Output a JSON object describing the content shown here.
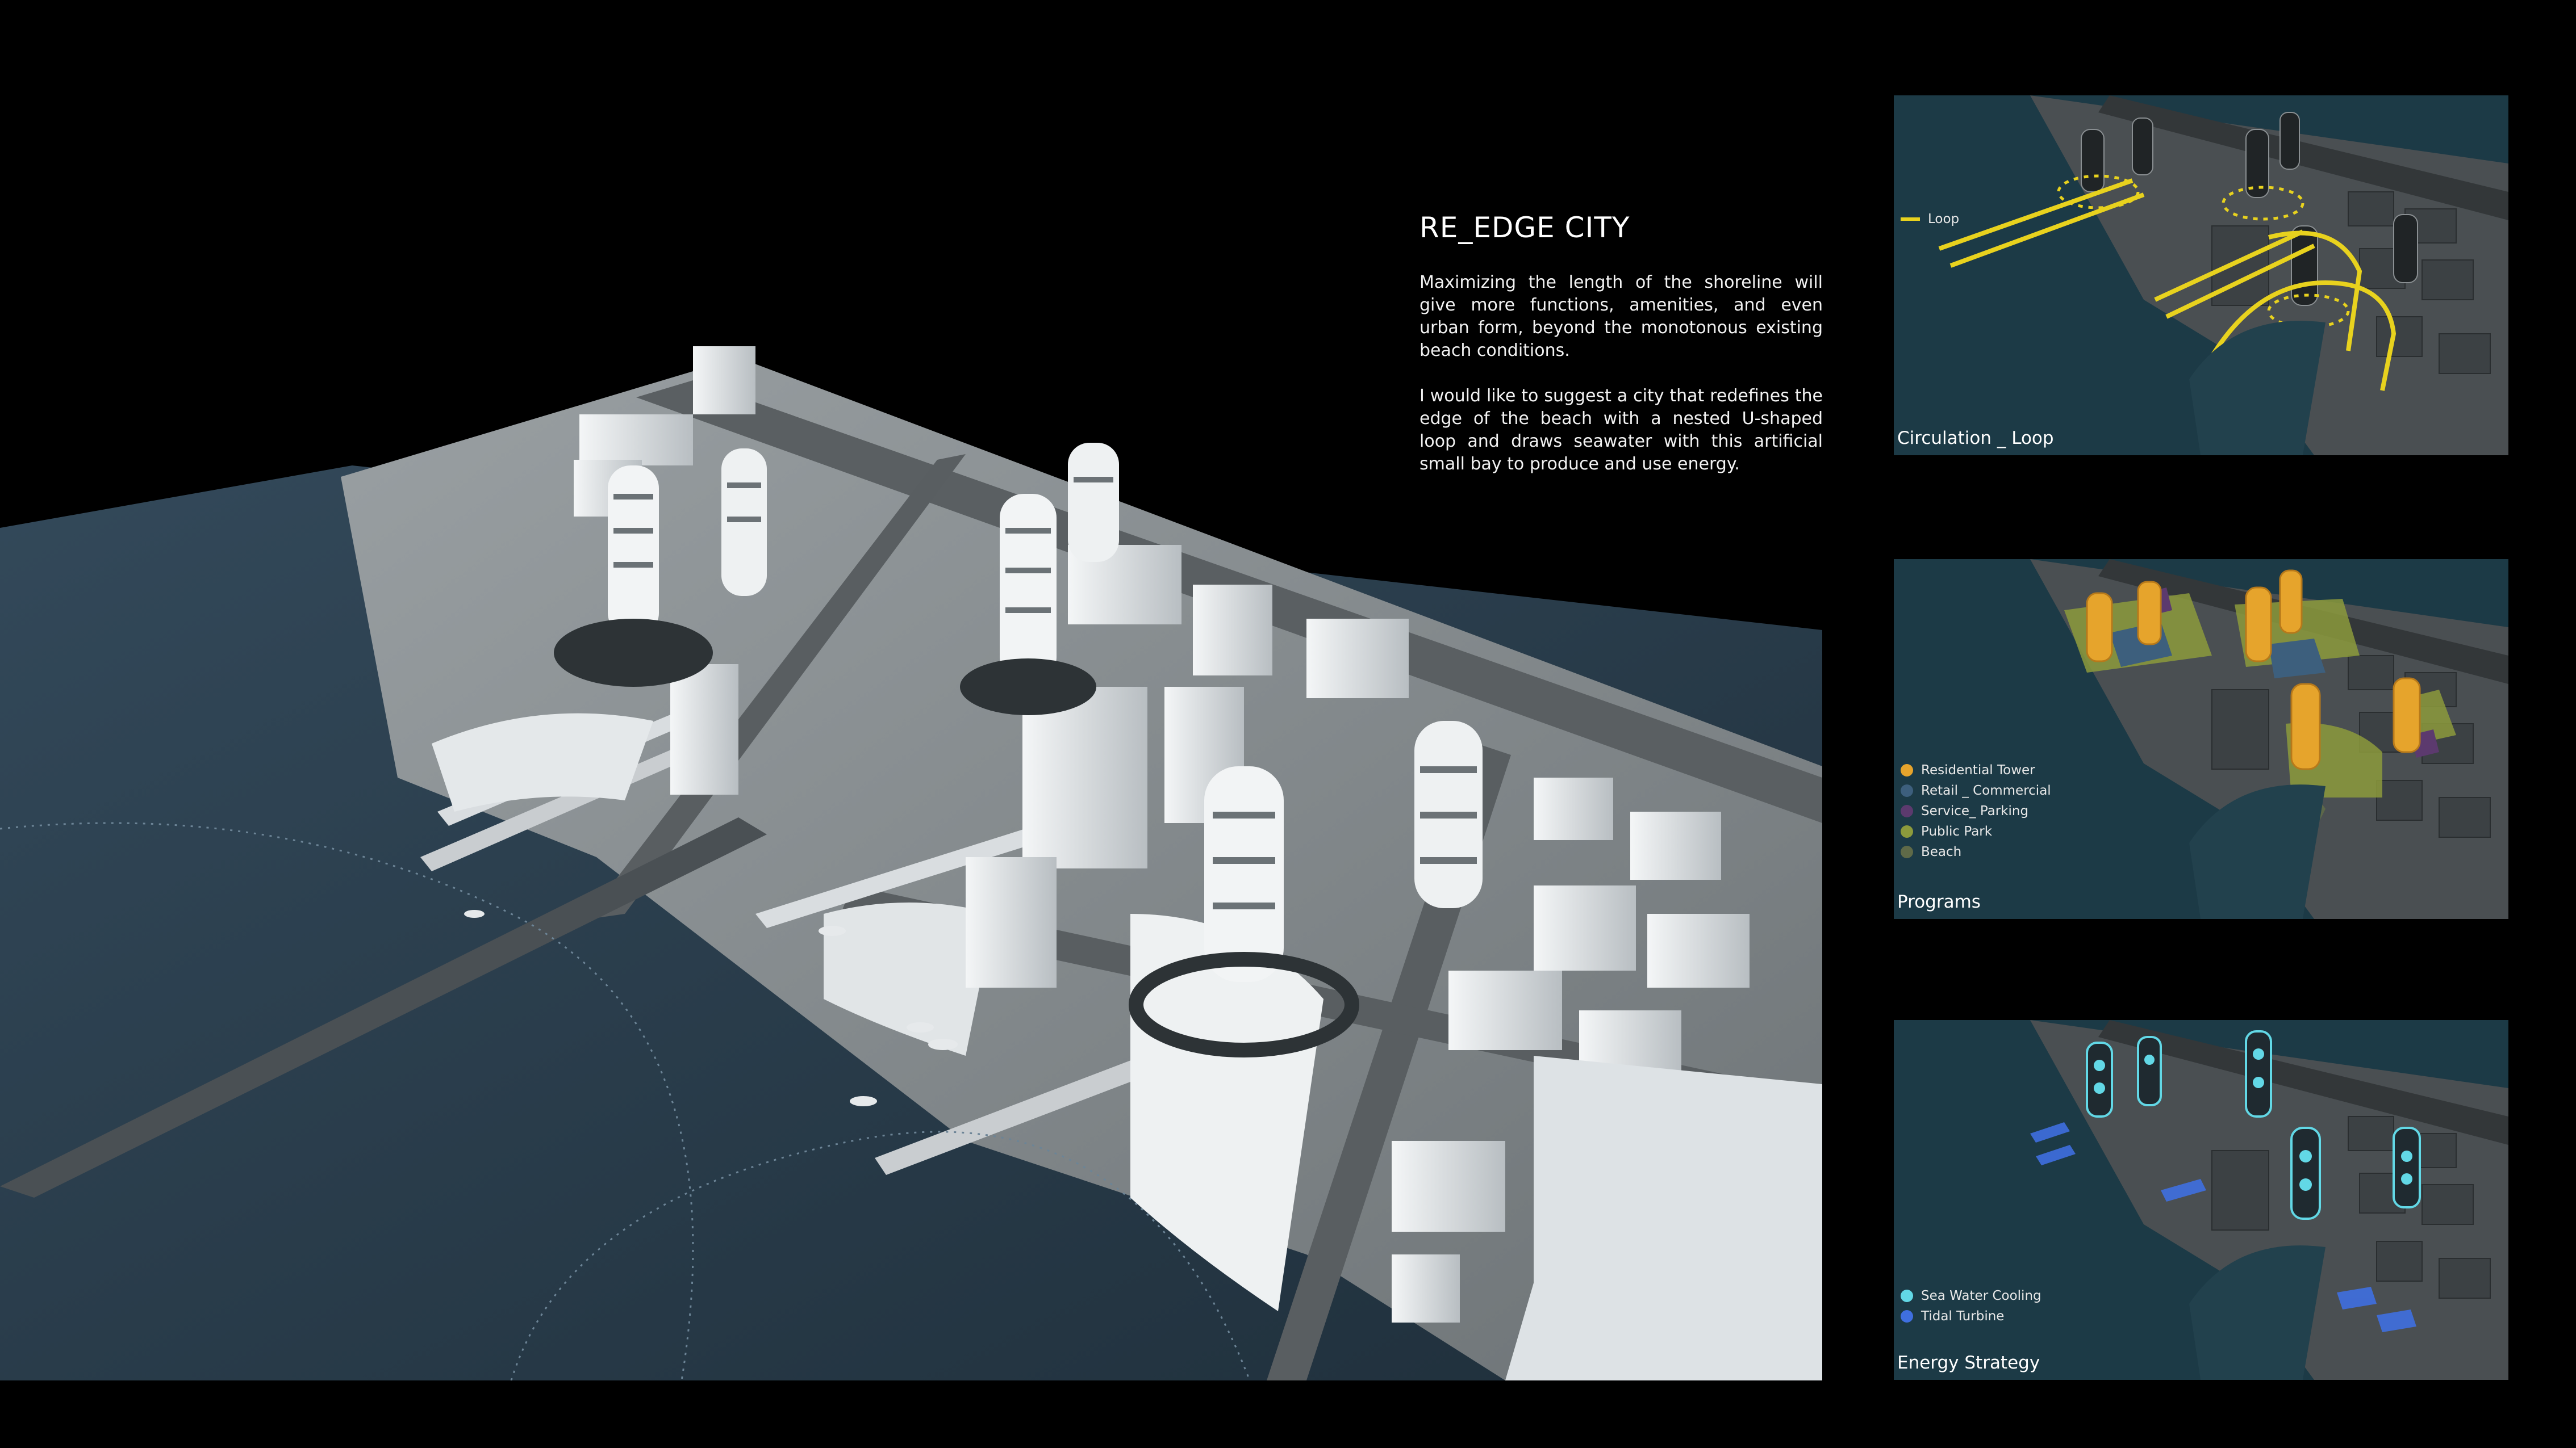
{
  "project": {
    "title": "RE_EDGE CITY",
    "description": [
      "Maximizing the length of the shoreline will give more functions, amenities, and even urban form, beyond the monotonous existing beach conditions.",
      "I would like to suggest a city that redefines the edge of the beach with a nested U-shaped loop and draws seawater with this artificial small bay to produce and use energy."
    ]
  },
  "panels": {
    "circulation": {
      "caption": "Circulation _ Loop",
      "legend": [
        {
          "label": "Loop",
          "color": "#e8d21e"
        }
      ]
    },
    "programs": {
      "caption": "Programs",
      "legend": [
        {
          "label": "Residential Tower",
          "color": "#e6a42c"
        },
        {
          "label": "Retail _ Commercial",
          "color": "#3d5f7d"
        },
        {
          "label": "Service_ Parking",
          "color": "#5c3a6e"
        },
        {
          "label": "Public Park",
          "color": "#8c9a3c"
        },
        {
          "label": "Beach",
          "color": "#5f6a48"
        }
      ]
    },
    "energy": {
      "caption": "Energy Strategy",
      "legend": [
        {
          "label": "Sea Water Cooling",
          "color": "#62d8e6"
        },
        {
          "label": "Tidal Turbine",
          "color": "#3f6fe0"
        }
      ]
    }
  },
  "colors": {
    "background": "#000000",
    "sea": "#2a3e4c",
    "land": "#8a8e90",
    "building": "#e8ecee"
  }
}
